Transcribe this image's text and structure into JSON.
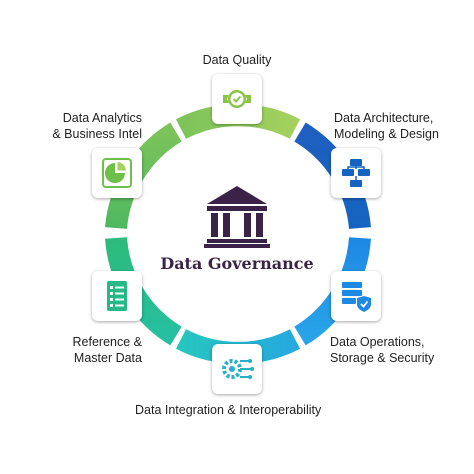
{
  "title": "Data Governance",
  "components": [
    {
      "lines": [
        "Data Quality"
      ],
      "icon": "quality-badge-icon",
      "color": "#8bc34a"
    },
    {
      "lines": [
        "Data Architecture,",
        "Modeling & Design"
      ],
      "icon": "architecture-icon",
      "color": "#1565c0"
    },
    {
      "lines": [
        "Data Operations,",
        "Storage & Security"
      ],
      "icon": "server-shield-icon",
      "color": "#1e88e5"
    },
    {
      "lines": [
        "Data Integration & Interoperability"
      ],
      "icon": "integration-gear-icon",
      "color": "#26c6da"
    },
    {
      "lines": [
        "Reference &",
        "Master Data"
      ],
      "icon": "document-list-icon",
      "color": "#26b886"
    },
    {
      "lines": [
        "Data Analytics",
        "& Business Intel"
      ],
      "icon": "pie-chart-icon",
      "color": "#6ec04a"
    }
  ],
  "colors": {
    "center_icon": "#3b2347",
    "ring_green_light": "#9ccc65",
    "ring_green": "#66bb6a",
    "ring_blue_dark": "#1565c0",
    "ring_blue": "#1e88e5",
    "ring_cyan": "#26c6da",
    "ring_teal": "#26b886"
  }
}
